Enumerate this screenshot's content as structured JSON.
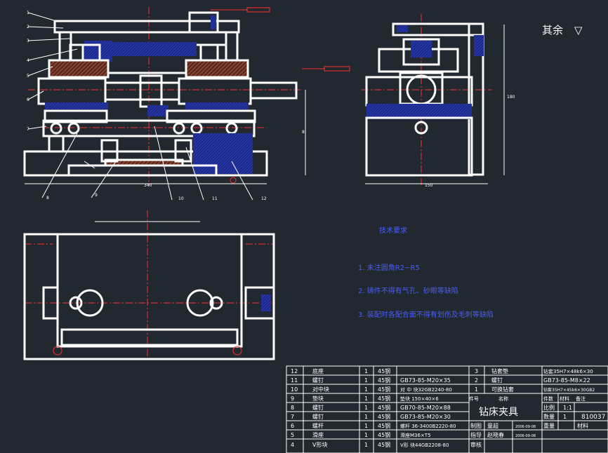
{
  "drawing": {
    "title": "钻床夹具",
    "drawing_number": "810037",
    "surface_note": "其余",
    "surface_symbol": "▽",
    "technical_requirements": {
      "heading": "技术要求",
      "items": [
        "1. 未注圆角R2~R5",
        "2. 铸件不得有气孔、砂眼等缺陷",
        "3. 装配时各配合面不得有划伤及毛刺等缺陷"
      ]
    },
    "part_balloons": [
      "1",
      "2",
      "3",
      "4",
      "5",
      "6",
      "7",
      "8",
      "9",
      "10",
      "11",
      "12"
    ]
  },
  "bom": [
    {
      "no": "12",
      "name": "底座",
      "qty": "1",
      "material": "45钢"
    },
    {
      "no": "11",
      "name": "螺钉",
      "qty": "1",
      "material": "45钢",
      "std": "GB73-85-M20×35"
    },
    {
      "no": "10",
      "name": "对中块",
      "qty": "1",
      "material": "45钢",
      "std": "对 中 块32GB2240-80"
    },
    {
      "no": "9",
      "name": "垫块",
      "qty": "1",
      "material": "45钢",
      "std": "垫块 150×40×6"
    },
    {
      "no": "8",
      "name": "螺钉",
      "qty": "1",
      "material": "45钢",
      "std": "GB70-85-M20×88"
    },
    {
      "no": "7",
      "name": "螺钉",
      "qty": "1",
      "material": "45钢",
      "std": "GB73-85-M20×30"
    },
    {
      "no": "6",
      "name": "螺杆",
      "qty": "1",
      "material": "45钢",
      "std": "螺杆 36-3400B2220-80"
    },
    {
      "no": "5",
      "name": "滑座",
      "qty": "1",
      "material": "45钢",
      "std": "滑座M36×T5"
    },
    {
      "no": "4",
      "name": "V形块",
      "qty": "1",
      "material": "45钢",
      "std": "V形 块44GB2208-80"
    }
  ],
  "bom_upper": [
    {
      "no": "3",
      "name": "钻套垫",
      "std": "钻套35H7×48k6×30"
    },
    {
      "no": "2",
      "name": "螺钉",
      "std": "GB73-85-M8×22"
    },
    {
      "no": "1",
      "name": "可换钻套",
      "std": "钻套35H7×45k6×30GB2"
    }
  ],
  "title_block": {
    "drawn_label": "制图",
    "checked_label": "指导",
    "approved_label": "审核",
    "drawn_by": "童超",
    "checked_by": "赵晓春",
    "date1": "2006-09-08",
    "date2": "2006-09-08",
    "seq_label": "件号",
    "name_label": "名称",
    "count_label": "件数",
    "material_label": "材料",
    "remark_label": "备注",
    "scale_label": "比例",
    "scale": "1:1",
    "qty_label": "数量",
    "qty": "1",
    "weight_label": "重量",
    "mat2_label": "材料"
  }
}
